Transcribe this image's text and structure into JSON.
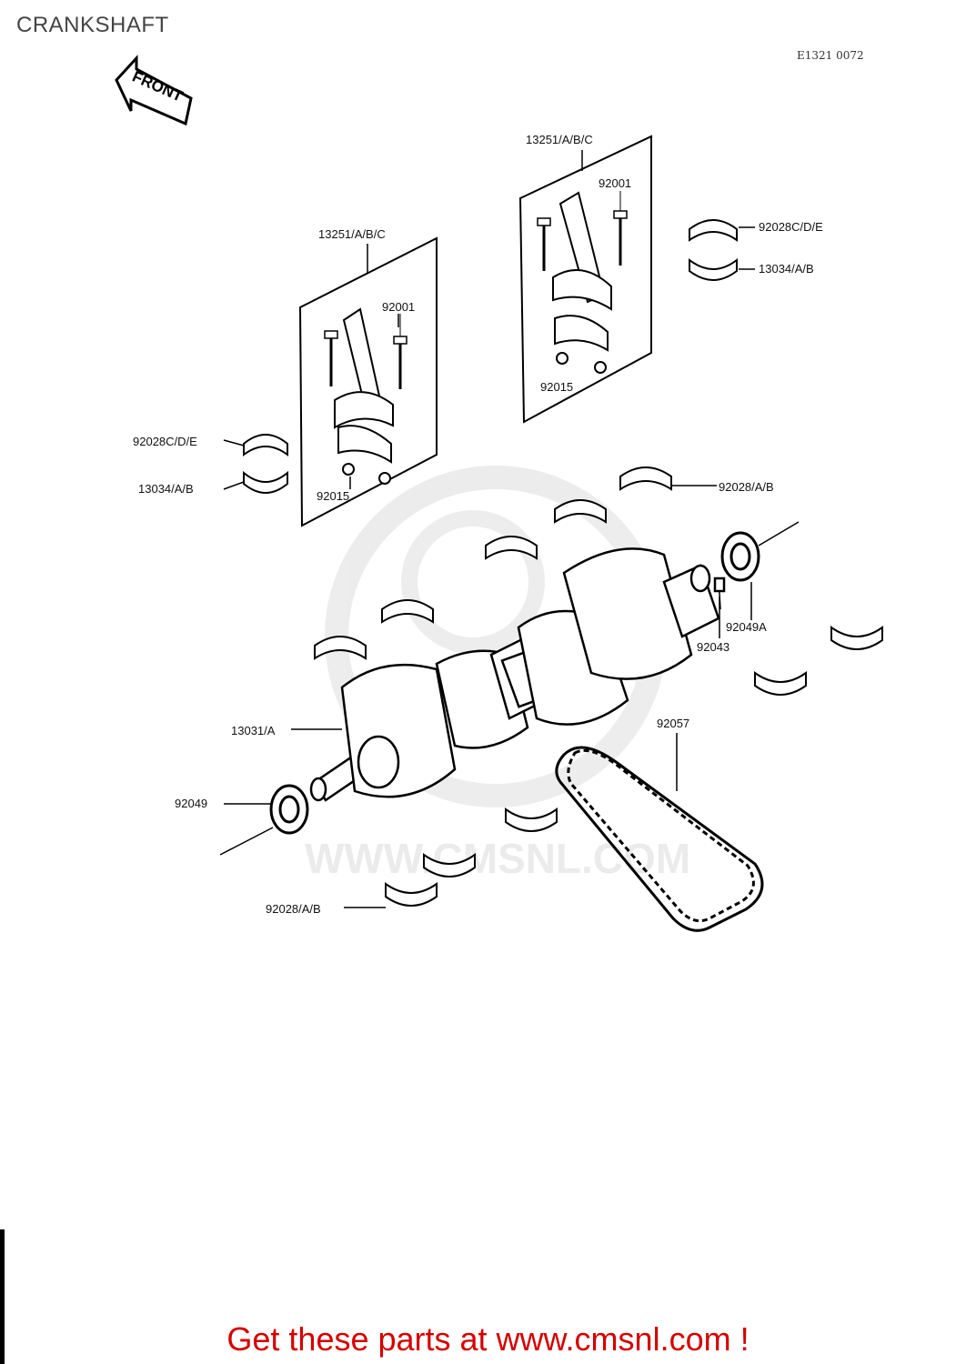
{
  "page": {
    "title": "CRANKSHAFT",
    "figure_code": "E1321 0072"
  },
  "front_arrow": {
    "label": "FRONT"
  },
  "watermark": {
    "text": "WWW.CMSNL.COM"
  },
  "callouts": {
    "conrod_assy_left": "13251/A/B/C",
    "conrod_assy_right": "13251/A/B/C",
    "bolt_left": "92001",
    "bolt_right": "92001",
    "nut_left": "92015",
    "nut_right": "92015",
    "conrod_bearing_upper_left": "92028C/D/E",
    "conrod_bearing_lower_left": "13034/A/B",
    "conrod_bearing_upper_right": "92028C/D/E",
    "conrod_bearing_lower_right": "13034/A/B",
    "main_bearing_top": "92028/A/B",
    "main_bearing_bottom": "92028/A/B",
    "oil_seal_right": "92049A",
    "woodruff_key": "92043",
    "crankshaft": "13031/A",
    "oil_seal_left": "92049",
    "cam_chain": "92057"
  },
  "footer": {
    "cta": "Get these parts at www.cmsnl.com !"
  }
}
